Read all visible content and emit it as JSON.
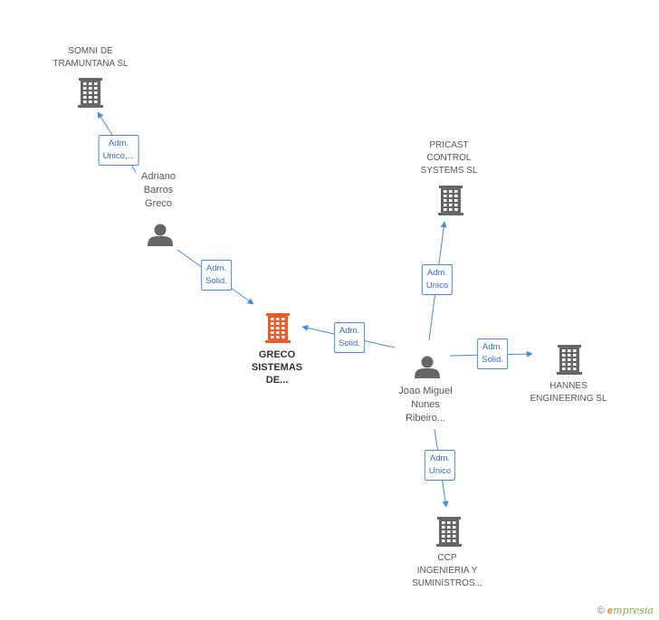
{
  "colors": {
    "edge": "#4a8ad9",
    "company": "#666666",
    "company_main": "#f05a28",
    "person": "#666666"
  },
  "nodes": [
    {
      "id": "somni",
      "kind": "company",
      "label_lines": [
        "SOMNI DE",
        "TRAMUNTANA SL"
      ]
    },
    {
      "id": "adriano",
      "kind": "person",
      "label_lines": [
        "Adriano",
        "Barros",
        "Greco"
      ]
    },
    {
      "id": "greco",
      "kind": "company_main",
      "label_lines": [
        "GRECO",
        "SISTEMAS",
        "DE..."
      ]
    },
    {
      "id": "pricast",
      "kind": "company",
      "label_lines": [
        "PRICAST",
        "CONTROL",
        "SYSTEMS SL"
      ]
    },
    {
      "id": "joao",
      "kind": "person",
      "label_lines": [
        "Joao Miguel",
        "Nunes",
        "Ribeiro..."
      ]
    },
    {
      "id": "hannes",
      "kind": "company",
      "label_lines": [
        "HANNES",
        "ENGINEERING SL"
      ]
    },
    {
      "id": "ccp",
      "kind": "company",
      "label_lines": [
        "CCP",
        "INGENIERIA Y",
        "SUMINISTROS..."
      ]
    }
  ],
  "edges": [
    {
      "from": "adriano",
      "to": "somni",
      "label_lines": [
        "Adm.",
        "Unico,..."
      ]
    },
    {
      "from": "adriano",
      "to": "greco",
      "label_lines": [
        "Adm.",
        "Solid."
      ]
    },
    {
      "from": "joao",
      "to": "greco",
      "label_lines": [
        "Adm.",
        "Solid."
      ]
    },
    {
      "from": "joao",
      "to": "pricast",
      "label_lines": [
        "Adm.",
        "Unico"
      ]
    },
    {
      "from": "joao",
      "to": "hannes",
      "label_lines": [
        "Adm.",
        "Solid."
      ]
    },
    {
      "from": "joao",
      "to": "ccp",
      "label_lines": [
        "Adm.",
        "Unico"
      ]
    }
  ],
  "footer": {
    "copyright": "©",
    "brand_initial": "e",
    "brand_rest": "mpresia"
  }
}
